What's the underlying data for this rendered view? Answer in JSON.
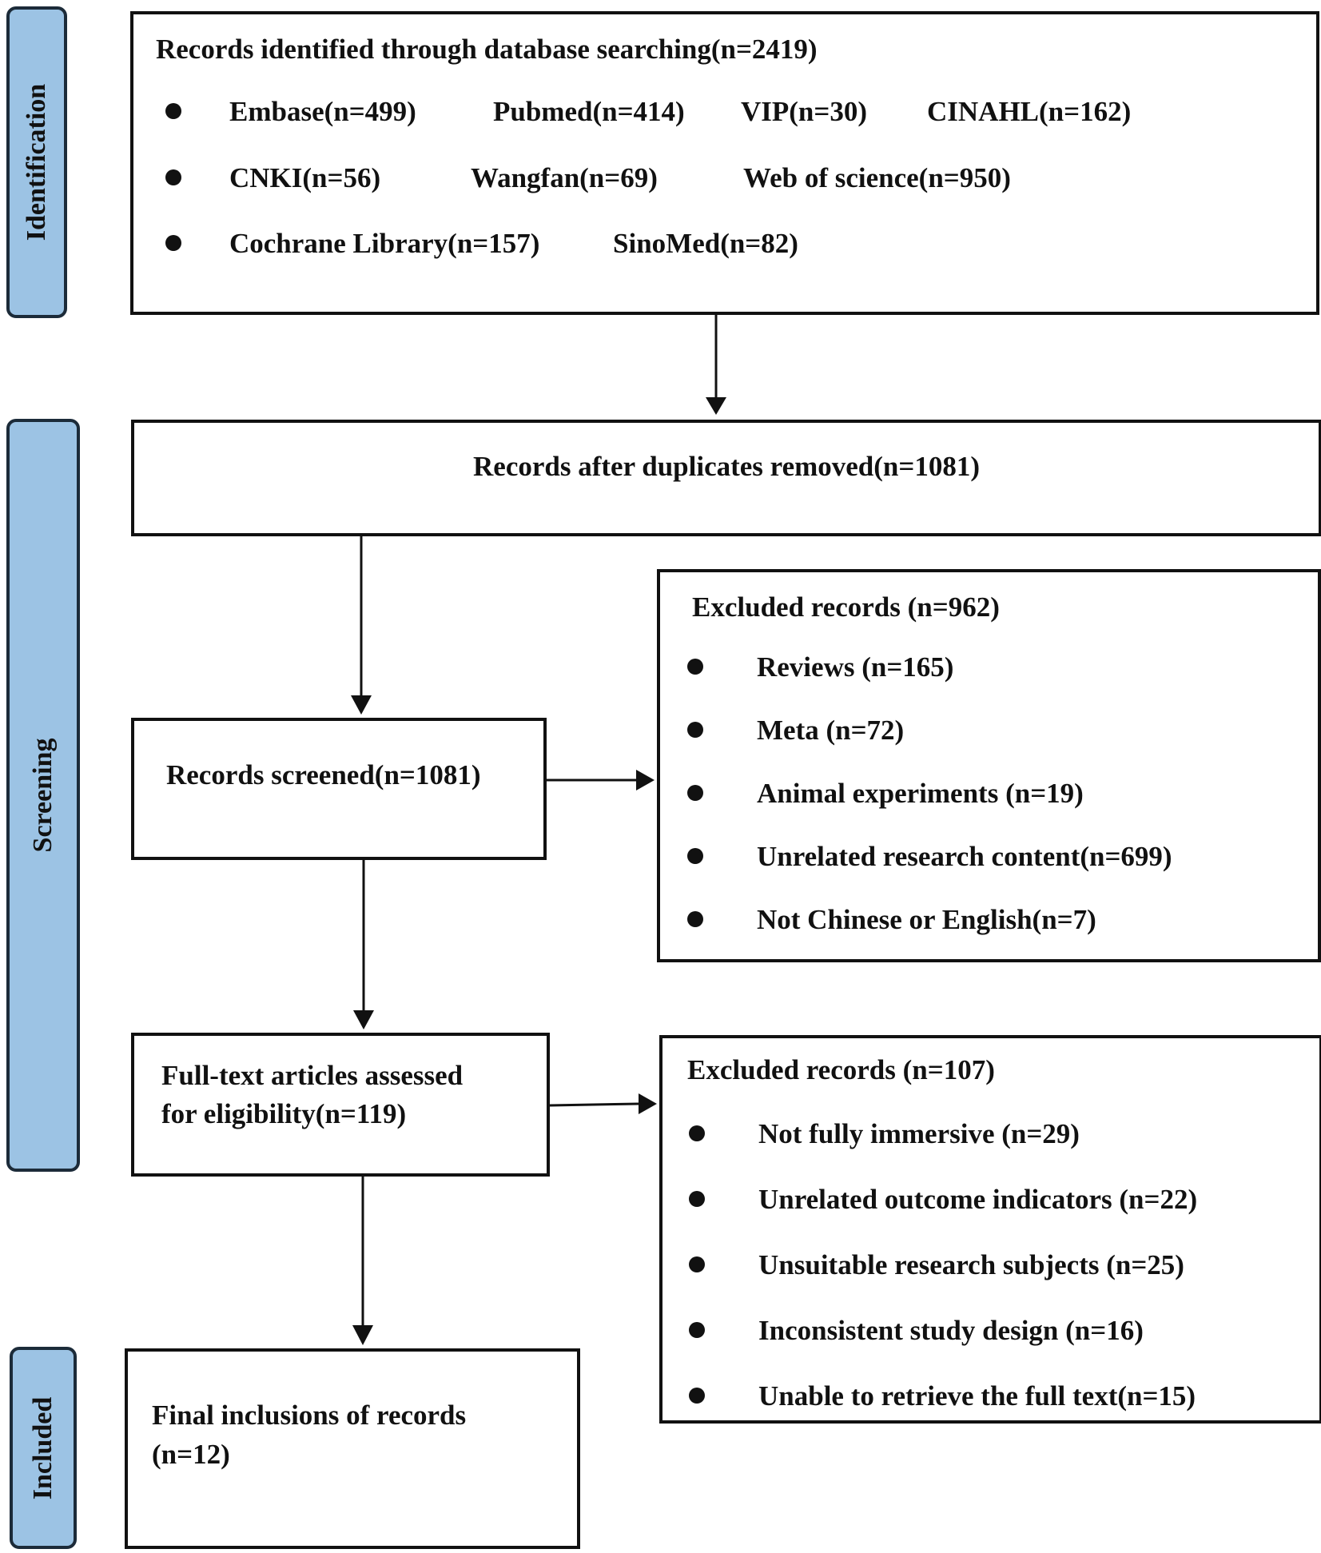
{
  "stages": {
    "identification": "Identification",
    "screening": "Screening",
    "included": "Included"
  },
  "identification_box": {
    "title": "Records identified through database searching(n=2419)",
    "rows": [
      [
        "Embase(n=499)",
        "Pubmed(n=414)",
        "VIP(n=30)",
        "CINAHL(n=162)"
      ],
      [
        "CNKI(n=56)",
        "Wangfan(n=69)",
        "Web of science(n=950)"
      ],
      [
        "Cochrane Library(n=157)",
        "SinoMed(n=82)"
      ]
    ]
  },
  "duplicates_box": {
    "text": "Records after duplicates removed(n=1081)"
  },
  "screened_box": {
    "text": "Records screened(n=1081)"
  },
  "excluded_screening_box": {
    "title": "Excluded records (n=962)",
    "items": [
      "Reviews (n=165)",
      "Meta (n=72)",
      "Animal experiments (n=19)",
      "Unrelated research content(n=699)",
      "Not Chinese or English(n=7)"
    ]
  },
  "fulltext_box": {
    "line1": "Full-text articles assessed",
    "line2": "for eligibility(n=119)"
  },
  "excluded_fulltext_box": {
    "title": "Excluded records (n=107)",
    "items": [
      "Not fully immersive (n=29)",
      "Unrelated outcome indicators (n=22)",
      "Unsuitable research subjects (n=25)",
      "Inconsistent study design (n=16)",
      "Unable to retrieve the full text(n=15)"
    ]
  },
  "final_box": {
    "line1": "Final inclusions of records",
    "line2": "(n=12)"
  }
}
